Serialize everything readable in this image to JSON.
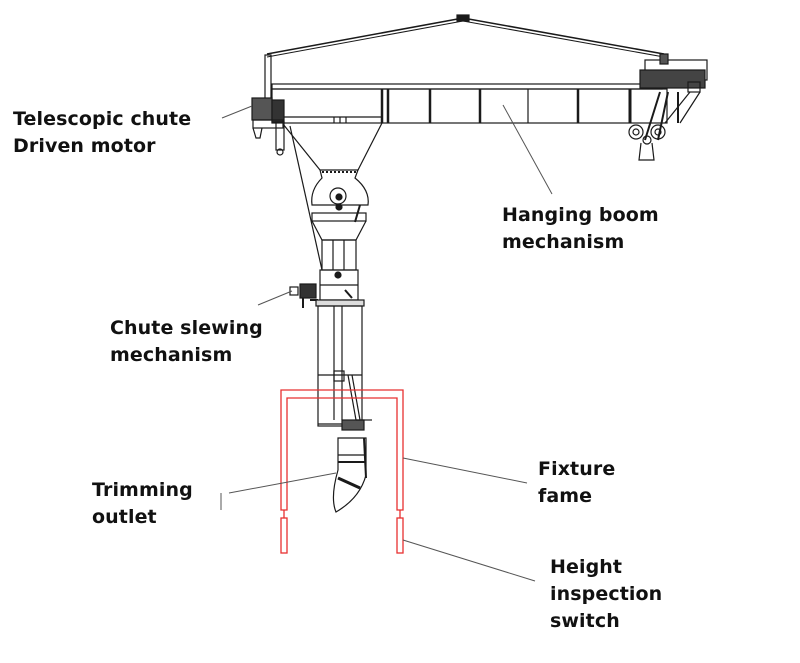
{
  "diagram": {
    "title": "Ship loader with hanging boom and telescopic chute",
    "colors": {
      "line": "#1a1a1a",
      "leader": "#555555",
      "fixture": "#e83030",
      "text": "#111111"
    },
    "labels": [
      {
        "id": "telescopic-chute-driven-motor",
        "lines": [
          "Telescopic chute",
          "Driven motor"
        ]
      },
      {
        "id": "hanging-boom-mechanism",
        "lines": [
          "Hanging boom",
          "mechanism"
        ]
      },
      {
        "id": "chute-slewing-mechanism",
        "lines": [
          "Chute slewing",
          "mechanism"
        ]
      },
      {
        "id": "trimming-outlet",
        "lines": [
          "Trimming",
          "outlet"
        ]
      },
      {
        "id": "fixture-fame",
        "lines": [
          "Fixture",
          "fame"
        ]
      },
      {
        "id": "height-inspection-switch",
        "lines": [
          "Height",
          "inspection",
          "switch"
        ]
      }
    ]
  }
}
